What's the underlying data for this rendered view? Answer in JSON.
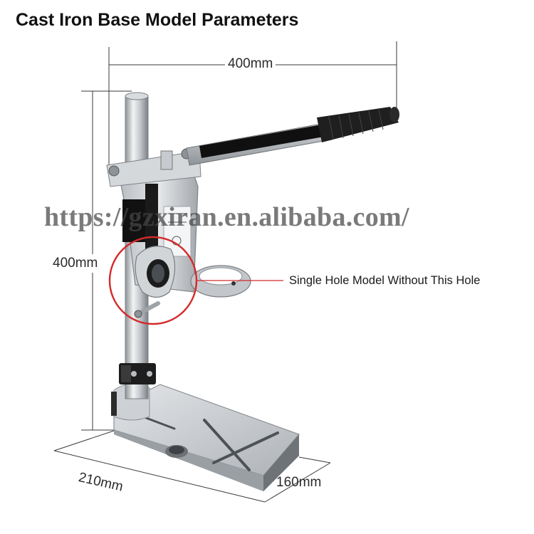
{
  "title": "Cast Iron Base Model Parameters",
  "dimensions": {
    "width": "400mm",
    "height": "400mm",
    "depth": "210mm",
    "base": "160mm"
  },
  "callout": "Single Hole Model Without This Hole",
  "watermark": "https://gzxiran.en.alibaba.com/",
  "colors": {
    "highlight_circle": "#d42a2a",
    "metal": "#c9ccd0",
    "handle": "#1f1f1f",
    "text": "#111111"
  }
}
